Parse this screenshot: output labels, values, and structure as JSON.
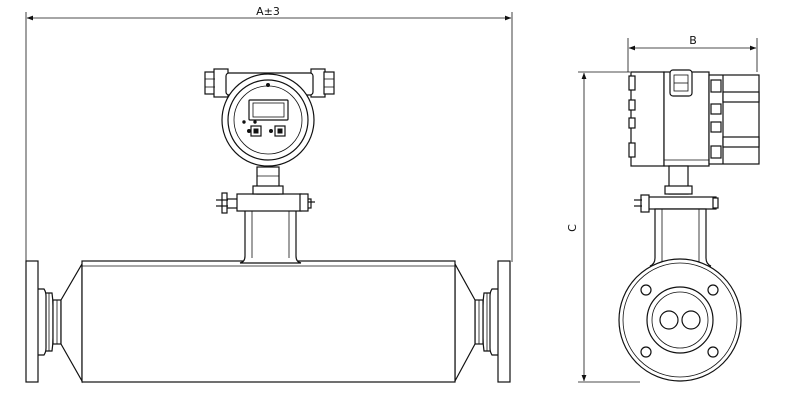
{
  "dimensions": {
    "length_label": "A±3",
    "width_label": "B",
    "height_label": "C"
  },
  "colors": {
    "line": "#111111",
    "background": "#ffffff"
  }
}
